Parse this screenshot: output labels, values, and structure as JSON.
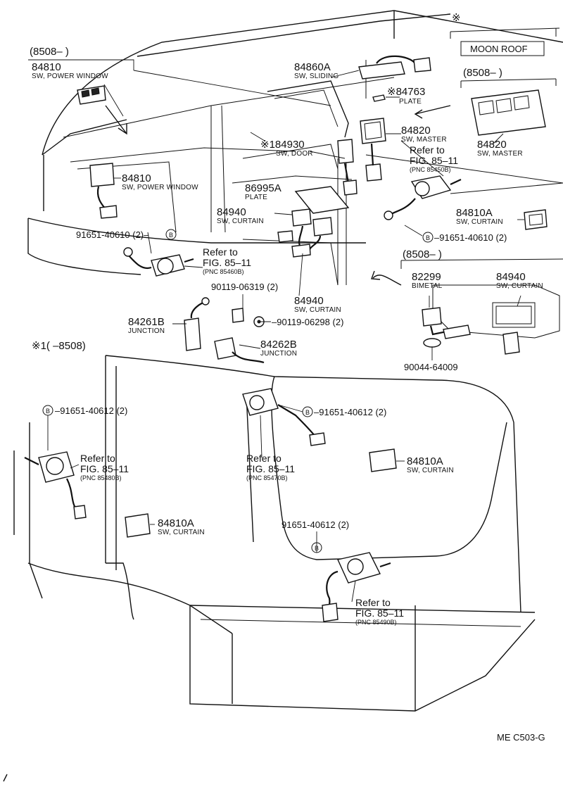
{
  "callouts": [
    {
      "id": "c01",
      "lines": [
        "(8508–      )"
      ]
    },
    {
      "id": "c02",
      "lines": [
        "84810",
        "SW, POWER WINDOW"
      ]
    },
    {
      "id": "c03",
      "lines": [
        "84860A",
        "SW, SLIDING"
      ]
    },
    {
      "id": "c04",
      "lines": [
        "※",
        "MOON ROOF"
      ]
    },
    {
      "id": "c05",
      "lines": [
        "(8508–      )"
      ]
    },
    {
      "id": "c06",
      "lines": [
        "※84763",
        "PLATE"
      ]
    },
    {
      "id": "c07",
      "lines": [
        "84820",
        "SW, MASTER"
      ]
    },
    {
      "id": "c08",
      "lines": [
        "Refer to",
        "FIG. 85–11",
        "(PNC 85450B)"
      ]
    },
    {
      "id": "c09",
      "lines": [
        "84820",
        "SW, MASTER"
      ]
    },
    {
      "id": "c10",
      "lines": [
        "※184930",
        "SW, DOOR"
      ]
    },
    {
      "id": "c11",
      "lines": [
        "84810",
        "SW, POWER WINDOW"
      ]
    },
    {
      "id": "c12",
      "lines": [
        "86995A",
        "PLATE"
      ]
    },
    {
      "id": "c13",
      "lines": [
        "84940",
        "SW, CURTAIN"
      ]
    },
    {
      "id": "c14",
      "lines": [
        "84810A",
        "SW, CURTAIN"
      ]
    },
    {
      "id": "c15",
      "lines": [
        "91651-40610 (2)–"
      ]
    },
    {
      "id": "c16",
      "lines": [
        "–91651-40610 (2)"
      ]
    },
    {
      "id": "c17",
      "lines": [
        "Refer to",
        "FIG. 85–11",
        "(PNC 85460B)"
      ]
    },
    {
      "id": "c18",
      "lines": [
        "(8508–      )"
      ]
    },
    {
      "id": "c19",
      "lines": [
        "82299",
        "BIMETAL"
      ]
    },
    {
      "id": "c20",
      "lines": [
        "84940",
        "SW, CURTAIN"
      ]
    },
    {
      "id": "c21",
      "lines": [
        "90119-06319 (2)"
      ]
    },
    {
      "id": "c22",
      "lines": [
        "84940",
        "SW, CURTAIN"
      ]
    },
    {
      "id": "c23",
      "lines": [
        "84261B",
        "JUNCTION"
      ]
    },
    {
      "id": "c24",
      "lines": [
        "–90119-06298 (2)"
      ]
    },
    {
      "id": "c25",
      "lines": [
        "84262B",
        "JUNCTION"
      ]
    },
    {
      "id": "c26",
      "lines": [
        "90044-64009"
      ]
    },
    {
      "id": "c27",
      "lines": [
        "※1(      –8508)"
      ]
    },
    {
      "id": "c28",
      "lines": [
        "–91651-40612 (2)"
      ]
    },
    {
      "id": "c29",
      "lines": [
        "–91651-40612 (2)"
      ]
    },
    {
      "id": "c30",
      "lines": [
        "Refer to",
        "FIG. 85–11",
        "(PNC 85480B)"
      ]
    },
    {
      "id": "c31",
      "lines": [
        "Refer to",
        "FIG. 85–11",
        "(PNC 85470B)"
      ]
    },
    {
      "id": "c32",
      "lines": [
        "84810A",
        "SW, CURTAIN"
      ]
    },
    {
      "id": "c33",
      "lines": [
        "84810A",
        "SW, CURTAIN"
      ]
    },
    {
      "id": "c34",
      "lines": [
        "91651-40612 (2)"
      ]
    },
    {
      "id": "c35",
      "lines": [
        "Refer to",
        "FIG. 85–11",
        "(PNC 85490B)"
      ]
    }
  ],
  "bolt_marker": "B",
  "drawing_code": "ME C503-G"
}
